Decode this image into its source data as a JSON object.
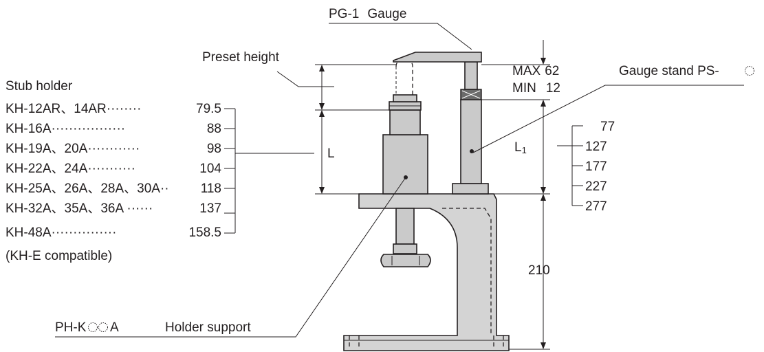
{
  "gauge": {
    "model": "PG-1",
    "name": "Gauge"
  },
  "preset_height": "Preset height",
  "max_label": "MAX",
  "max_value": "62",
  "min_label": "MIN",
  "min_value": "12",
  "gauge_stand": "Gauge stand PS-",
  "stub_holder": {
    "title": "Stub holder",
    "rows": [
      {
        "model": "KH-12AR、14AR",
        "leader": "········",
        "value": "79.5"
      },
      {
        "model": "KH-16A",
        "leader": "·················",
        "value": "88"
      },
      {
        "model": "KH-19A、20A",
        "leader": "············",
        "value": "98"
      },
      {
        "model": "KH-22A、24A",
        "leader": "···········",
        "value": "104"
      },
      {
        "model": "KH-25A、26A、28A、30A",
        "leader": "··",
        "value": "118"
      },
      {
        "model": "KH-32A、35A、36A",
        "leader": " ······",
        "value": "137"
      },
      {
        "model": "KH-48A",
        "leader": "···············",
        "value": "158.5"
      }
    ],
    "note": "(KH-E compatible)"
  },
  "dim_L": "L",
  "dim_L1": "L",
  "dim_L1_sub": "1",
  "l1_values": [
    "77",
    "127",
    "177",
    "227",
    "277"
  ],
  "dim_210": "210",
  "holder_support": {
    "model_prefix": "PH-K",
    "model_suffix": "A",
    "name": "Holder support"
  },
  "icons": [
    "circle-placeholder-icon"
  ]
}
